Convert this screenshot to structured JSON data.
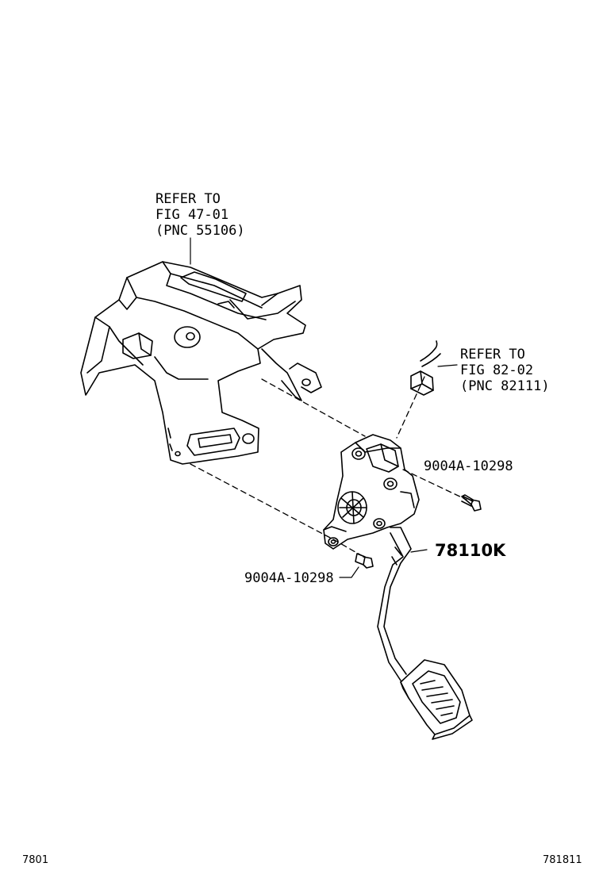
{
  "labels": {
    "ref_bracket": [
      "REFER TO",
      "FIG 47-01",
      "(PNC 55106)"
    ],
    "ref_connector": [
      "REFER TO",
      "FIG 82-02",
      "(PNC 82111)"
    ],
    "bolt_upper": "9004A-10298",
    "bolt_lower": "9004A-10298",
    "pedal_assy": "78110K"
  },
  "footer": {
    "left_code": "7801",
    "right_code": "781811"
  }
}
